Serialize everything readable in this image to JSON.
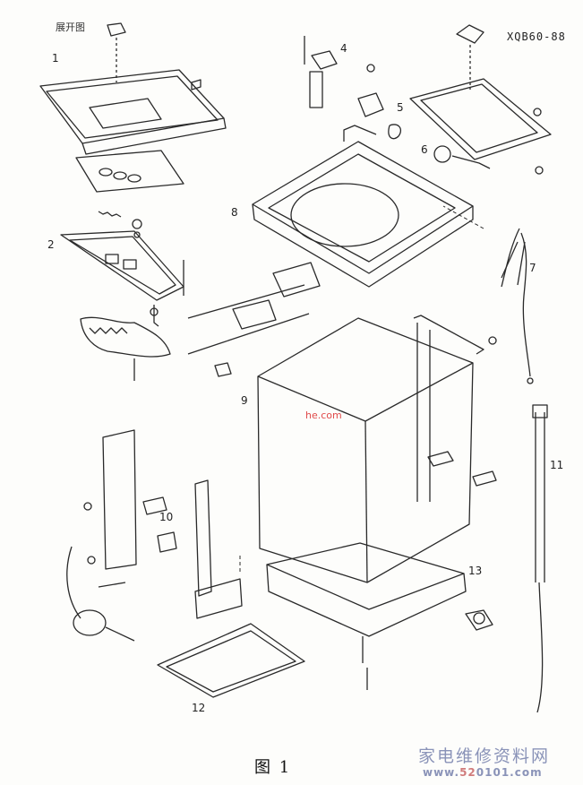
{
  "corner_label": "展开图",
  "model": "XQB60-88",
  "caption": "图 1",
  "part_labels": [
    "1",
    "2",
    "4",
    "5",
    "6",
    "7",
    "8",
    "9",
    "10",
    "11",
    "12",
    "13"
  ],
  "watermark_cn": "家电维修资料网",
  "watermark_url_prefix": "www.",
  "watermark_url_highlight": "52",
  "watermark_url_suffix": "0101.com",
  "red_watermark": "he.com"
}
